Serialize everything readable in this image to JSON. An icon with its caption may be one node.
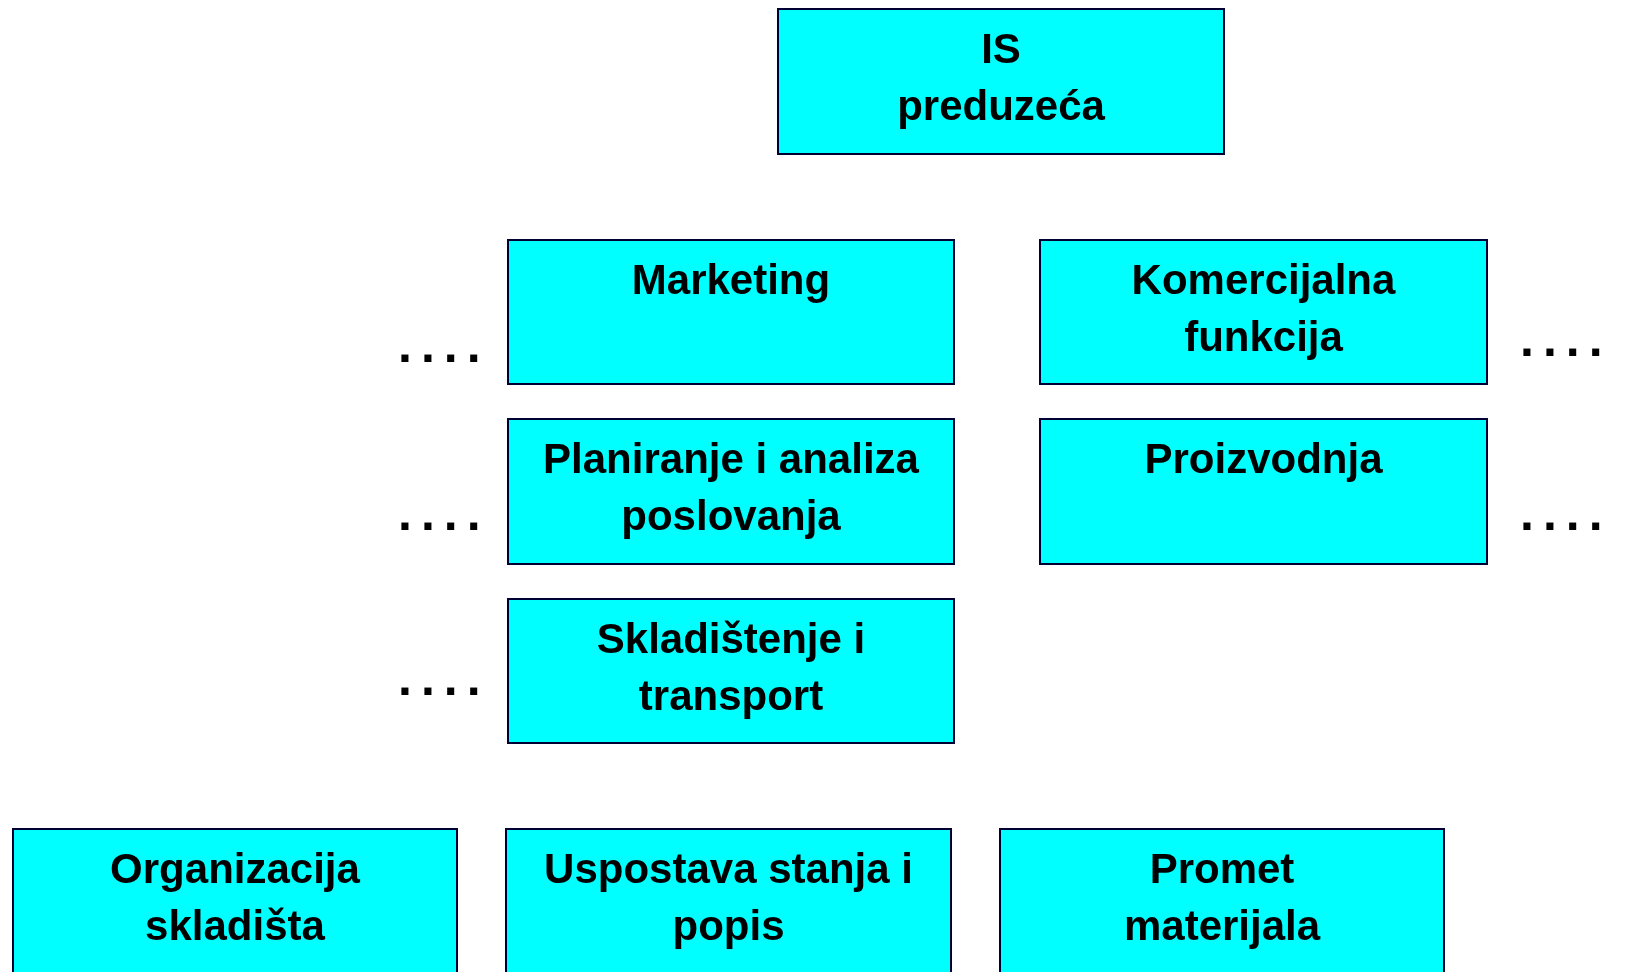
{
  "diagram": {
    "nodes": [
      {
        "text": [
          "IS preduzeća"
        ]
      },
      {
        "text": [
          "Marketing"
        ]
      },
      {
        "text": [
          "Komercijalna funkcija"
        ]
      },
      {
        "text": [
          "Planiranje i analiza poslovanja"
        ]
      },
      {
        "text": [
          "Proizvodnja"
        ]
      },
      {
        "text": [
          "Skladištenje i transport"
        ]
      },
      {
        "text": [
          "Organizacija skladišta"
        ]
      },
      {
        "text": [
          "Uspostava stanja i popis"
        ]
      },
      {
        "text": [
          "Promet materijala"
        ]
      }
    ],
    "labels": [
      "....",
      "....",
      "....",
      "....",
      "...."
    ]
  }
}
